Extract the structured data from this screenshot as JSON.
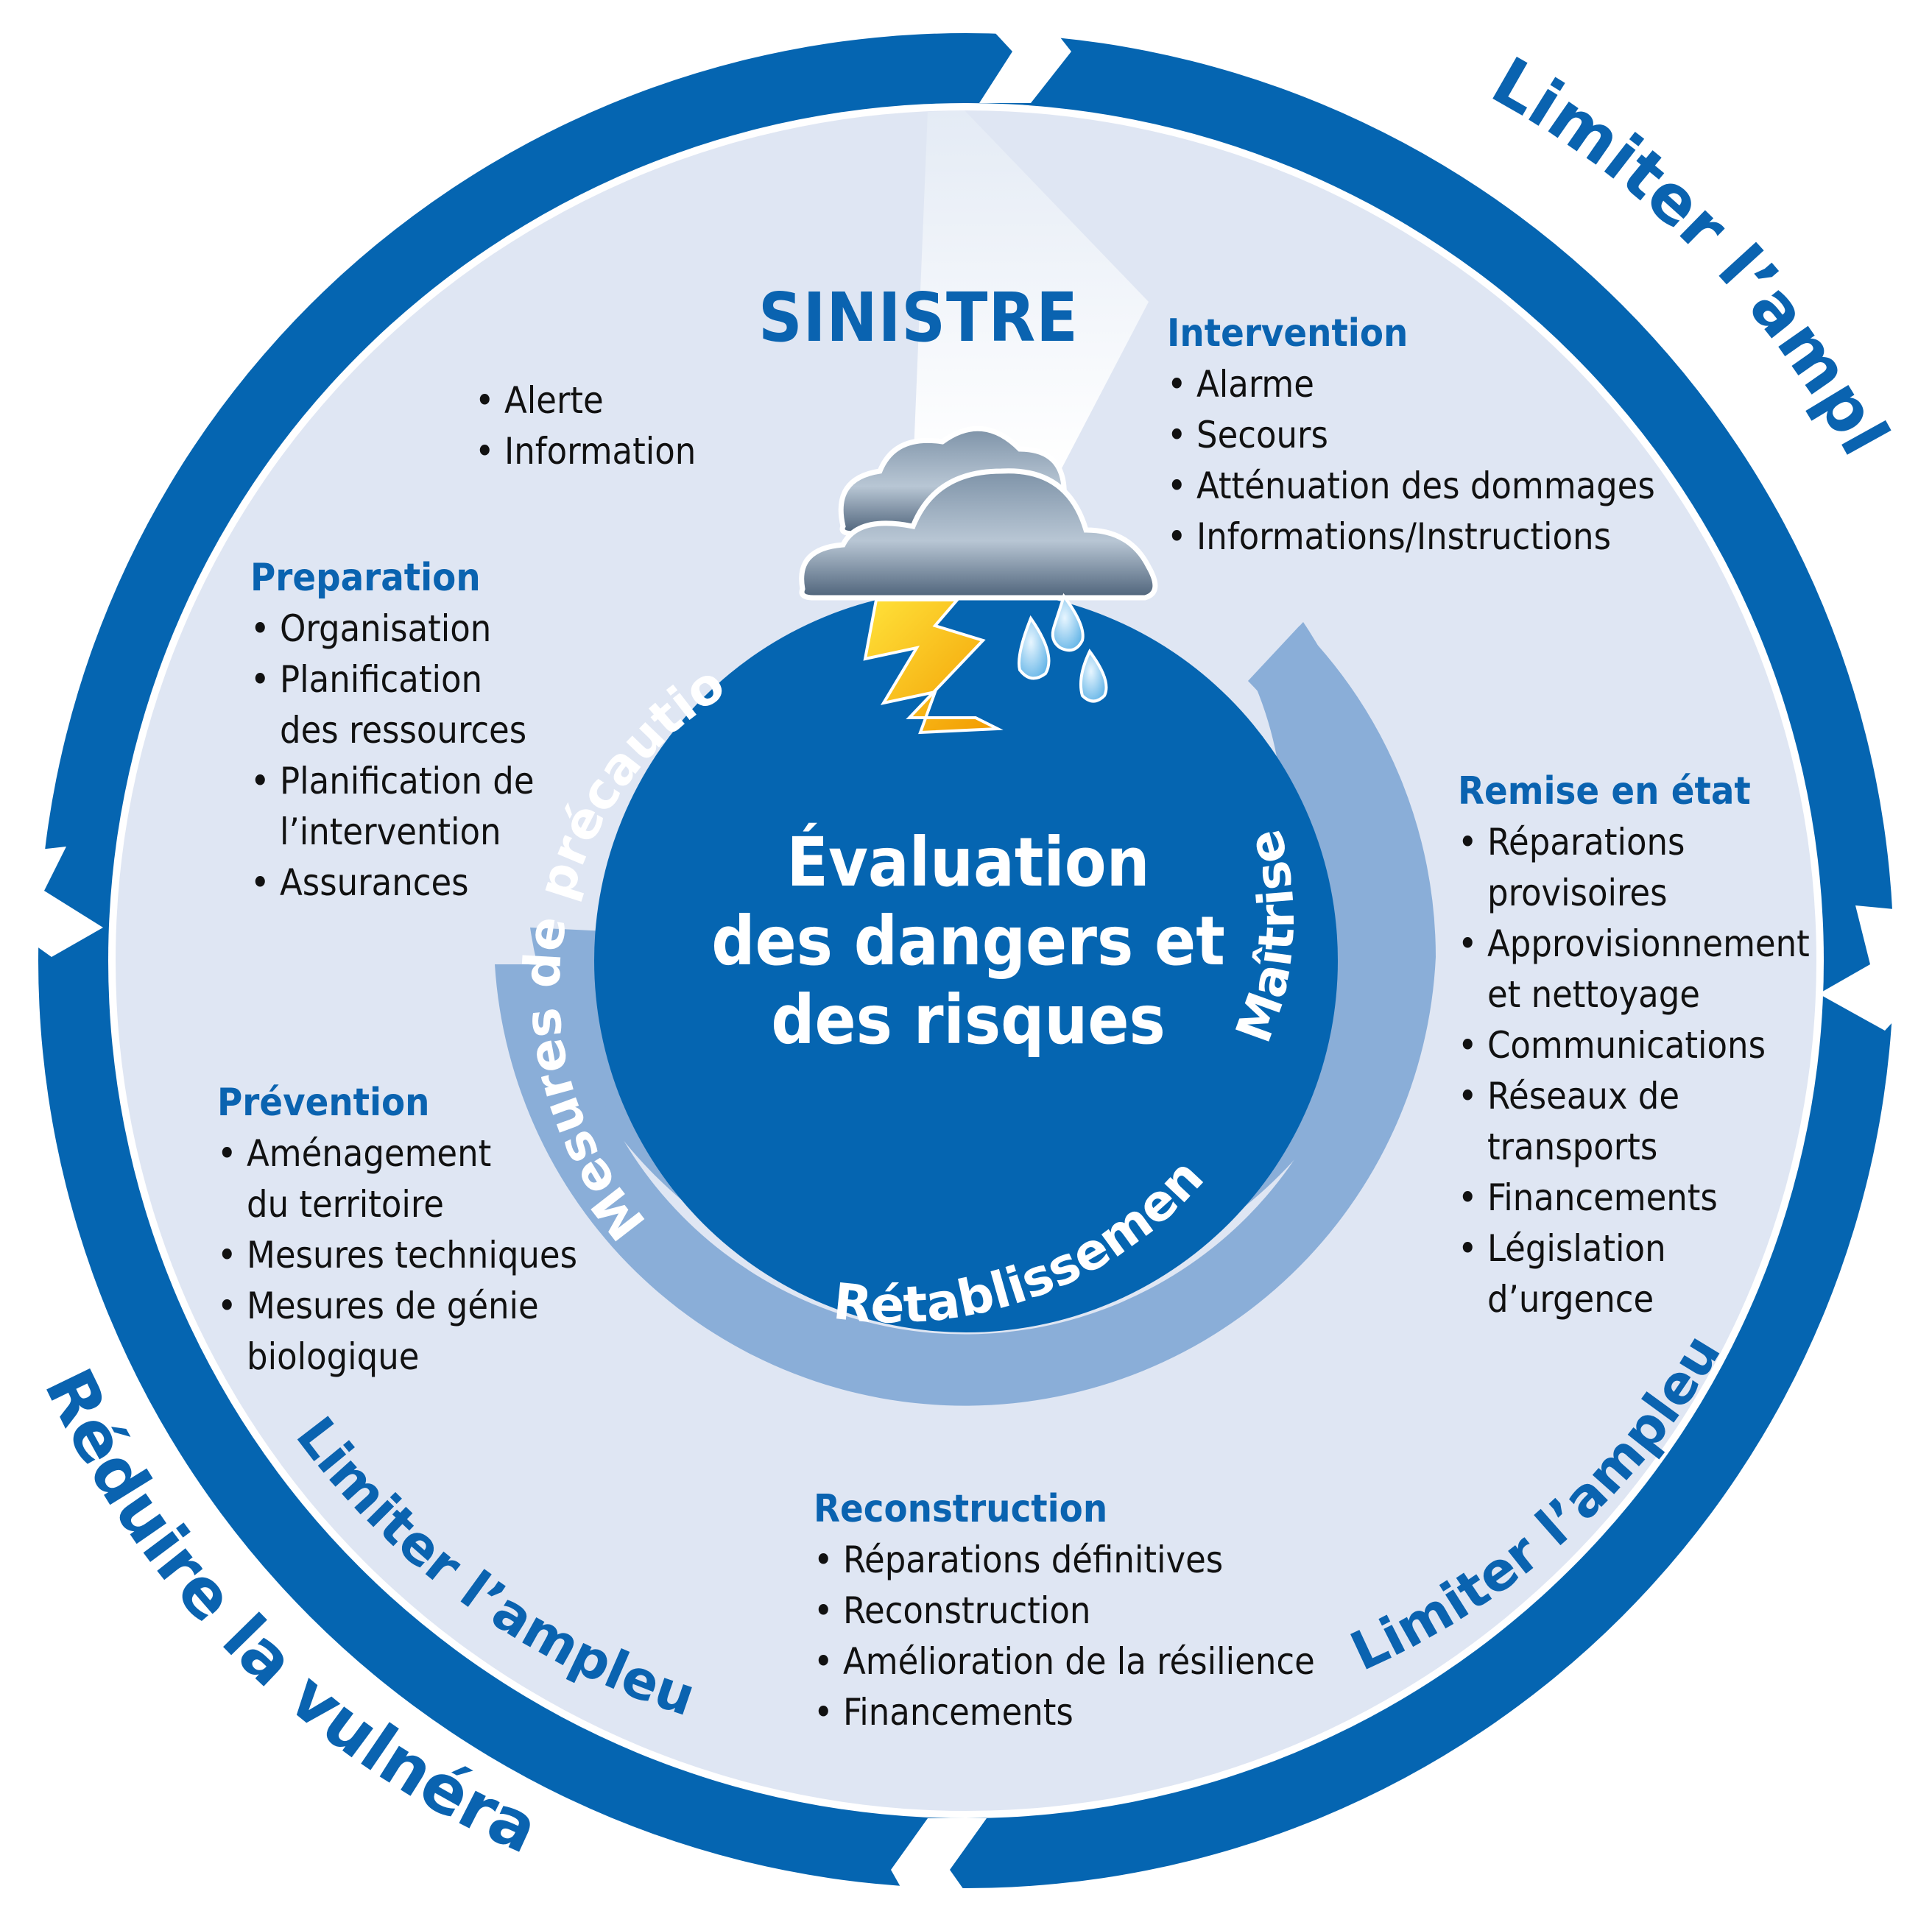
{
  "title": "SINISTRE",
  "center": {
    "line1": "Évaluation",
    "line2": "des dangers et",
    "line3": "des risques"
  },
  "inner_ring": {
    "precaution": "Mesures de précaution",
    "maitrise": "Maîtrise",
    "retablissement": "Rétablissemen"
  },
  "outer_ring": {
    "top_right": "Limiter l’ampleur",
    "left": "Réduire la vulnérabilité",
    "inner_bottom_left": "Limiter l’ampleur",
    "inner_bottom_right": "Limiter l’ampleur"
  },
  "alert": {
    "items": [
      "Alerte",
      "Information"
    ]
  },
  "intervention": {
    "heading": "Intervention",
    "items": [
      "Alarme",
      "Secours",
      "Atténuation des dommages",
      "Informations/Instructions"
    ]
  },
  "preparation": {
    "heading": "Preparation",
    "items": [
      "Organisation",
      "Planification",
      "des ressources",
      "Planification de",
      "l’intervention",
      "Assurances"
    ]
  },
  "remise": {
    "heading": "Remise en état",
    "items": [
      "Réparations",
      "provisoires",
      "Approvisionnement",
      "et nettoyage",
      "Communications",
      "Réseaux de",
      "transports",
      "Financements",
      "Législation",
      "d’urgence"
    ]
  },
  "prevention": {
    "heading": "Prévention",
    "items": [
      "Aménagement",
      "du territoire",
      "Mesures techniques",
      "Mesures de génie",
      "biologique"
    ]
  },
  "reconstruction": {
    "heading": "Reconstruction",
    "items": [
      "Réparations définitives",
      "Reconstruction",
      "Amélioration de la résilience",
      "Financements"
    ]
  },
  "colors": {
    "dark_blue": "#0565b1",
    "light_fill": "#dfe6f3",
    "band": "#8aaed8",
    "text_blue": "#0a63b0"
  }
}
